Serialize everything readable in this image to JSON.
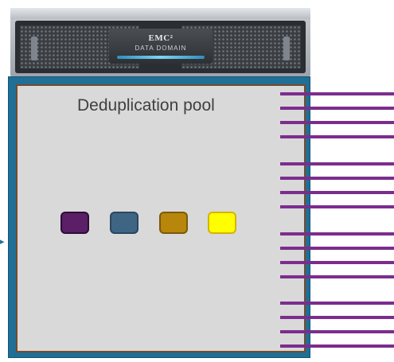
{
  "appliance": {
    "brand": "EMC²",
    "model": "DATA DOMAIN",
    "icon": "storage-appliance-icon"
  },
  "pool": {
    "title": "Deduplication pool",
    "frame_color": "#1f6f96",
    "fill_color": "#d9d9d9"
  },
  "data_blocks": [
    {
      "color": "#5a1f66",
      "border": "#2e0d36"
    },
    {
      "color": "#3f6585",
      "border": "#2a4660"
    },
    {
      "color": "#b8860b",
      "border": "#7a5a0a"
    },
    {
      "color": "#ffff00",
      "border": "#d6b300"
    }
  ],
  "connections": {
    "color": "#7b2d8e",
    "groups": 4,
    "lines_per_group": 4
  }
}
